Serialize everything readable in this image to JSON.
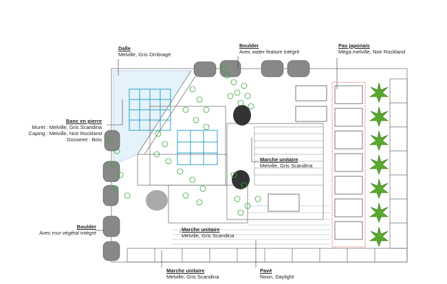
{
  "labels": {
    "dalle": {
      "title": "Dalle",
      "lines": [
        "Melville, Gris Ombragé"
      ]
    },
    "boulder_top": {
      "title": "Boulder",
      "lines": [
        "Avec water feature intégré"
      ]
    },
    "pas_japonais": {
      "title": "Pas japonais",
      "lines": [
        "Méga melville, Noir Rockland"
      ]
    },
    "banc_en_pierre": {
      "title": "Banc en pierre",
      "lines": [
        "Muret : Melville, Gris Scandina",
        "Caping : Melville, Noir Rockland",
        "Dosseret : Bois"
      ]
    },
    "marche_unitaire_right": {
      "title": "Marche unitaire",
      "lines": [
        "Melville, Gris Scandina"
      ]
    },
    "boulder_left": {
      "title": "Boulder",
      "lines": [
        "Avec mur végétal intégré"
      ]
    },
    "marche_unitaire_center": {
      "title": "Marche unitaire",
      "lines": [
        "Melville, Gris Scandina"
      ]
    },
    "marche_unitaire_bottom": {
      "title": "Marche unitaire",
      "lines": [
        "Melville, Gris Scandina"
      ]
    },
    "pave": {
      "title": "Pavé",
      "lines": [
        "Noon, Daylight"
      ]
    }
  },
  "colors": {
    "line": "#555555",
    "water": "#dff0f8",
    "tile": "#2aa0c8",
    "boulder": "#8a8a8a",
    "foliage": "#3aa83a",
    "agave": "#7cc23a",
    "japanese_step": "#e05050"
  }
}
